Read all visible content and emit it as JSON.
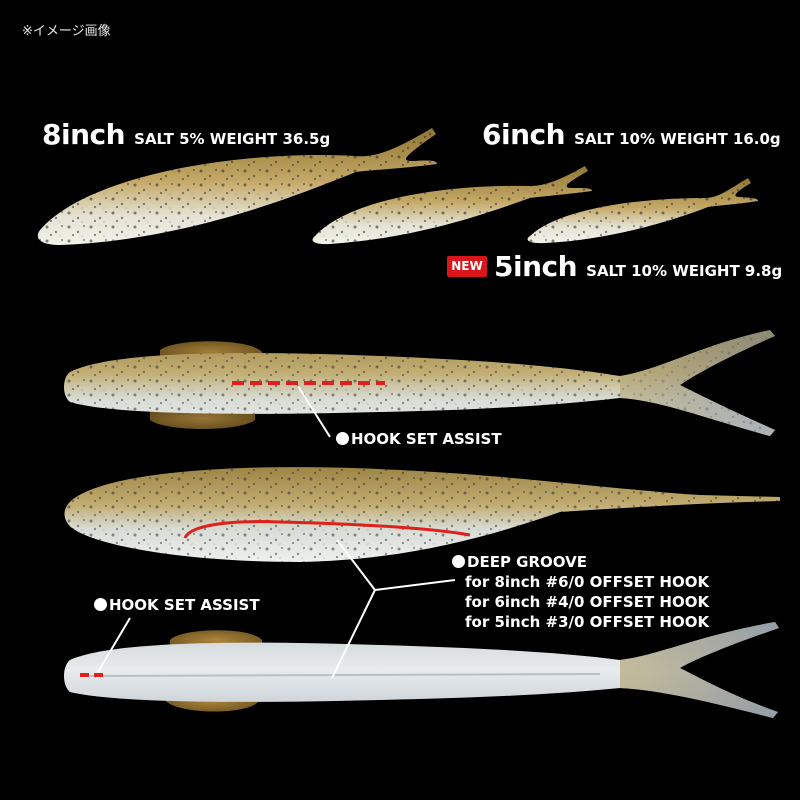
{
  "note": "※イメージ画像",
  "sizes": {
    "eight": {
      "size": "8inch",
      "spec": "SALT 5%  WEIGHT 36.5g"
    },
    "six": {
      "size": "6inch",
      "spec": "SALT 10%  WEIGHT 16.0g"
    },
    "five": {
      "badge": "NEW",
      "size": "5inch",
      "spec": "SALT 10%  WEIGHT 9.8g"
    }
  },
  "callouts": {
    "hook_set_assist_top": "HOOK SET ASSIST",
    "hook_set_assist_bottom": "HOOK SET ASSIST",
    "deep_groove": {
      "title": "DEEP GROOVE",
      "lines": [
        "for 8inch #6/0 OFFSET HOOK",
        "for 6inch #4/0 OFFSET HOOK",
        "for 5inch #3/0 OFFSET HOOK"
      ]
    }
  },
  "colors": {
    "background": "#000000",
    "marker_red": "#e0201c",
    "badge_red": "#d9161c",
    "lure_body": "#b59a58",
    "lure_belly": "#e6e8dc",
    "lure_tail": "#9aa2a8"
  }
}
